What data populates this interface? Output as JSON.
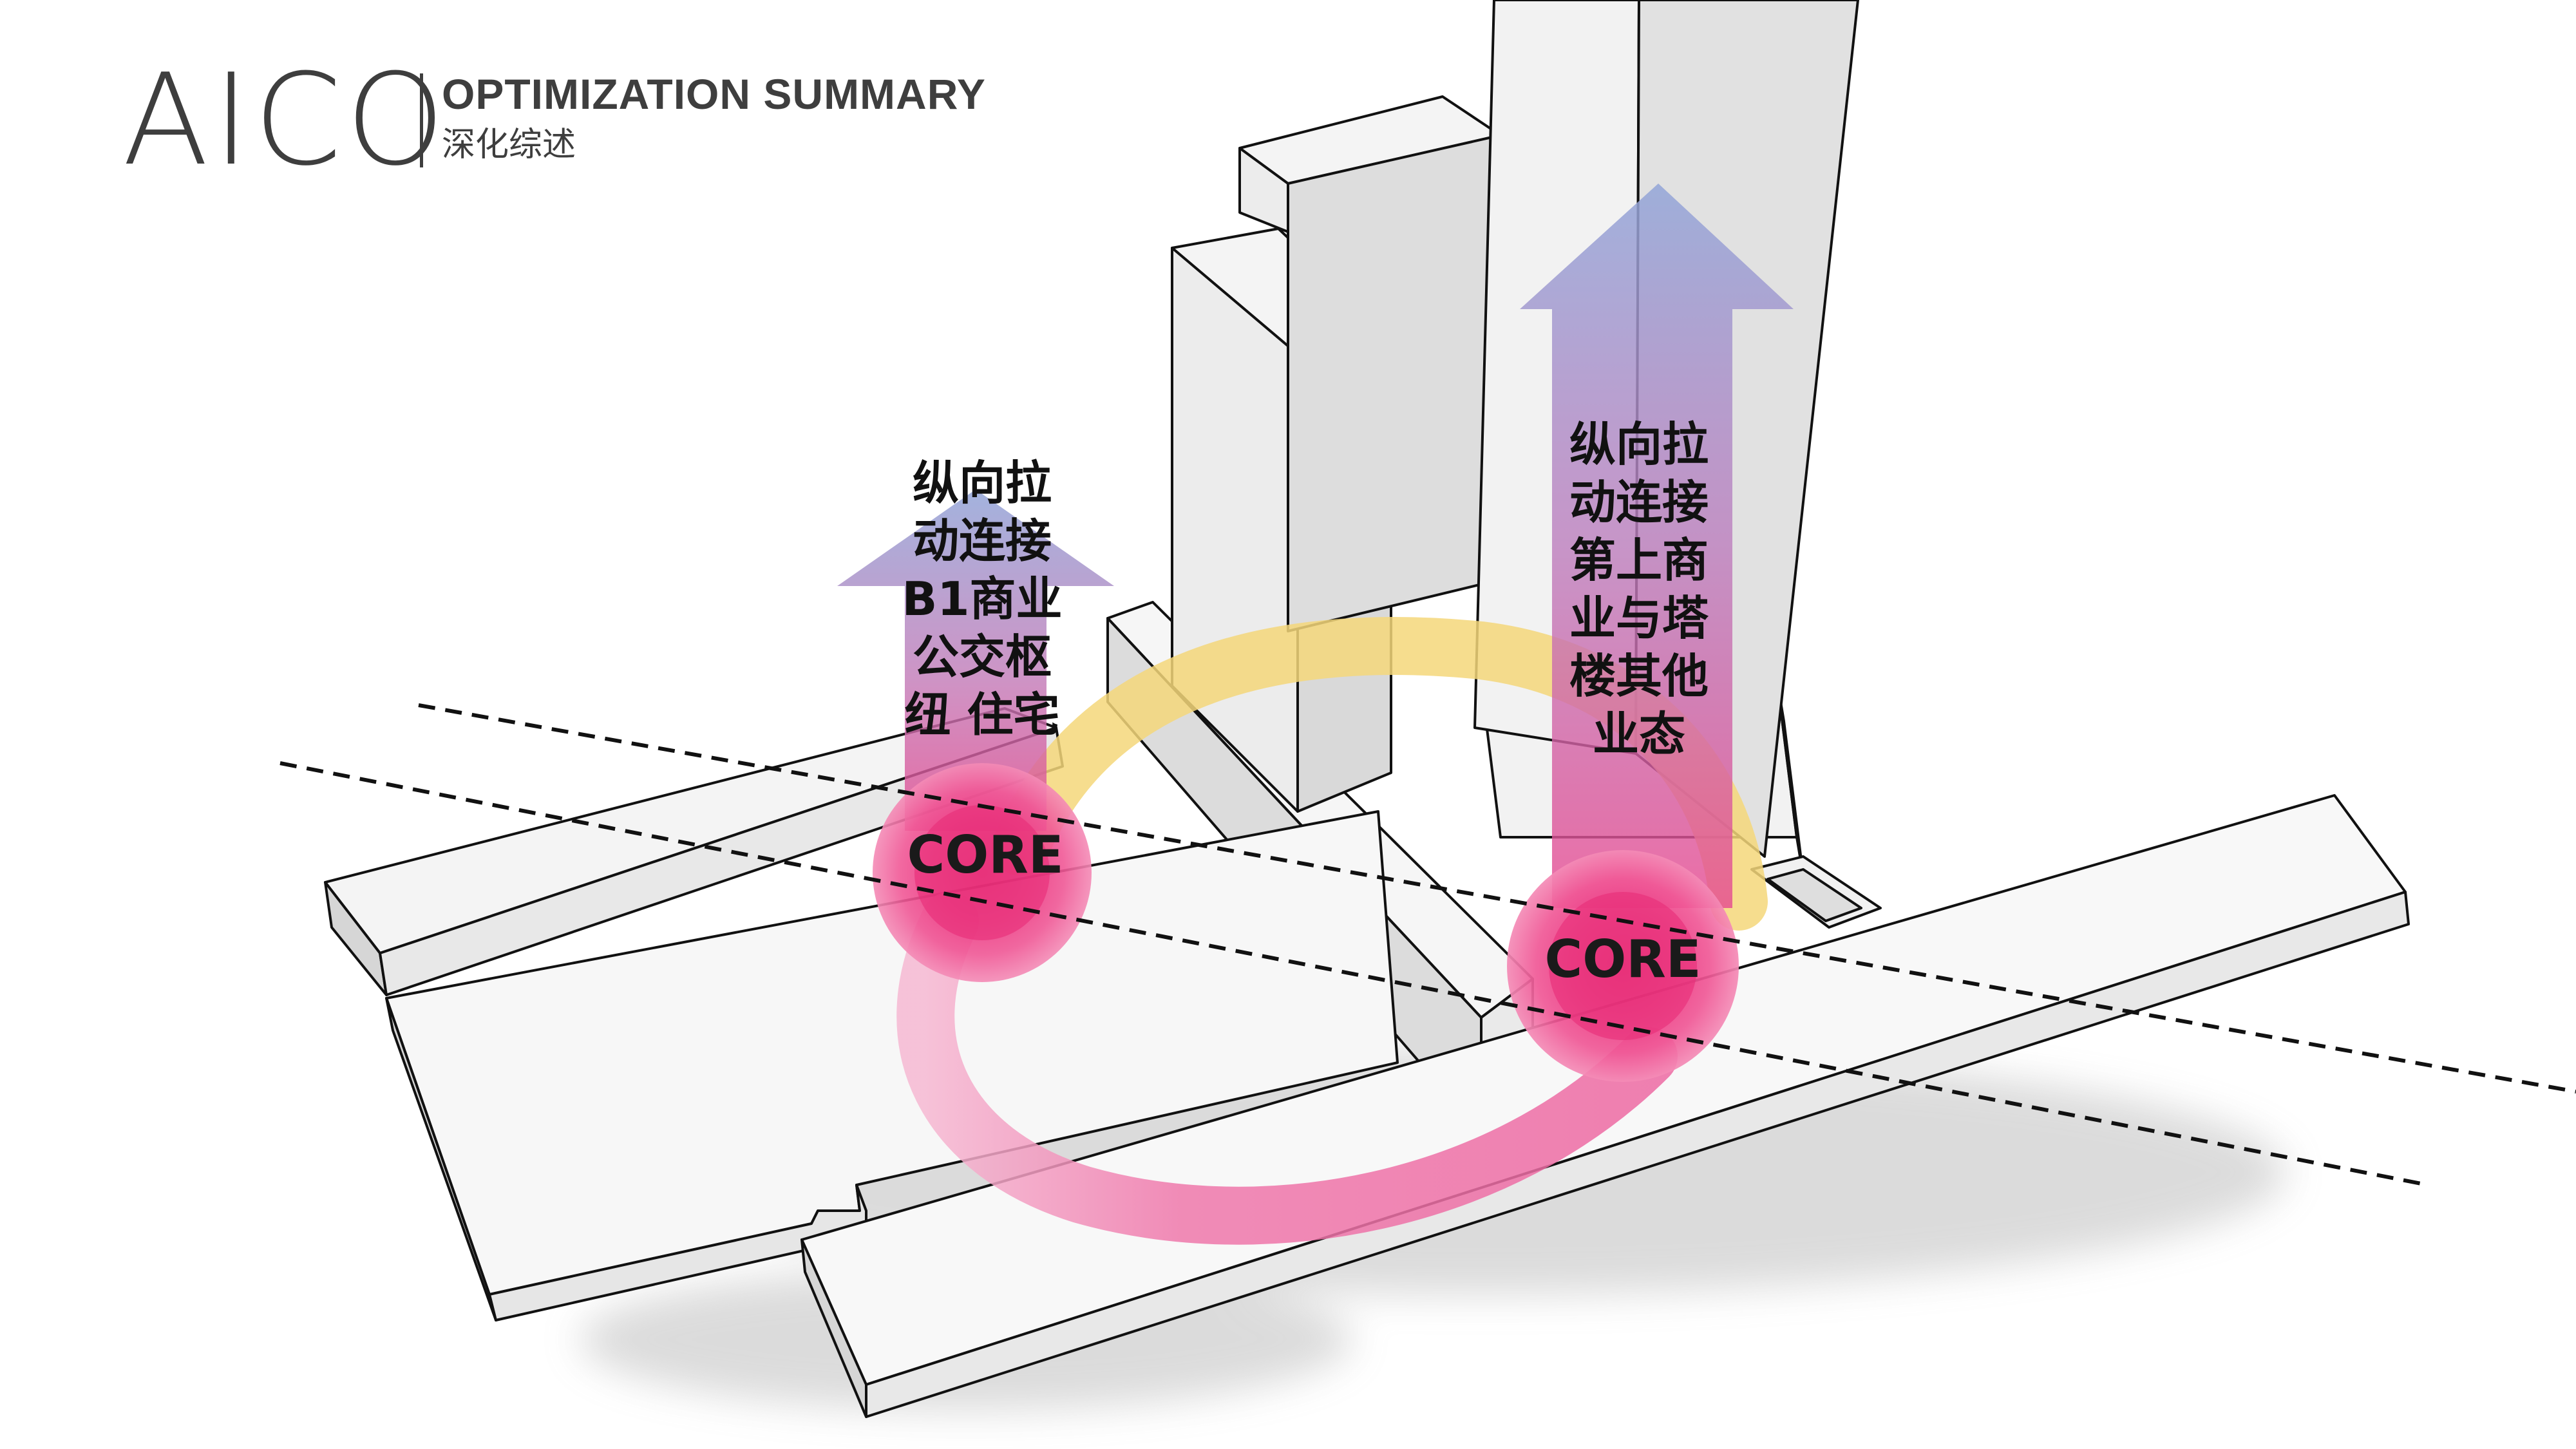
{
  "header": {
    "logo": "AICO",
    "title": "OPTIMIZATION SUMMARY",
    "subtitle": "深化综述"
  },
  "left_arrow": {
    "lines": [
      "纵向拉",
      "动连接",
      "B1商业",
      "公交枢",
      "纽 住宅"
    ]
  },
  "right_arrow": {
    "lines": [
      "纵向拉",
      "动连接",
      "第上商",
      "业与塔",
      "楼其他",
      "业态"
    ]
  },
  "cores": [
    {
      "label": "CORE"
    },
    {
      "label": "CORE"
    }
  ],
  "colors": {
    "arrow_top": "#93a6d8",
    "arrow_bottom": "#e64a90",
    "core_pink": "#ec3a83",
    "ring_pink": "#ef6fa6",
    "ring_yellow": "#f5d77a",
    "dark_text": "#3e3e3e"
  }
}
